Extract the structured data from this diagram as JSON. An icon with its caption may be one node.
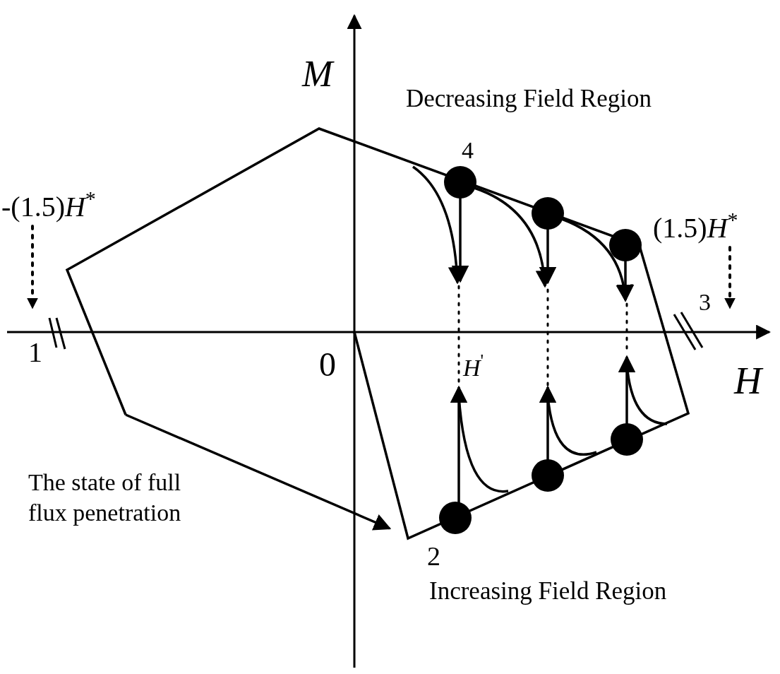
{
  "diagram": {
    "nodes": [
      {
        "text": [
          "-(1.5)*H*$^{*}$"
        ]
      },
      {
        "text": [
          "(1.5)*H*$^{*}$"
        ]
      }
    ],
    "edges": [
      {
        "from": 0,
        "to": null,
        "arrow": "to",
        "style": "dashed"
      },
      {
        "from": 1,
        "to": null,
        "arrow": "to",
        "style": "dashed"
      }
    ],
    "labels": [
      "*M*",
      "Decreasing Field Region",
      "4",
      "3",
      "1",
      "0",
      "*H*",
      "*H*$^{'}$",
      "The state of full flux penetration",
      "2",
      "Increasing Field Region"
    ]
  }
}
